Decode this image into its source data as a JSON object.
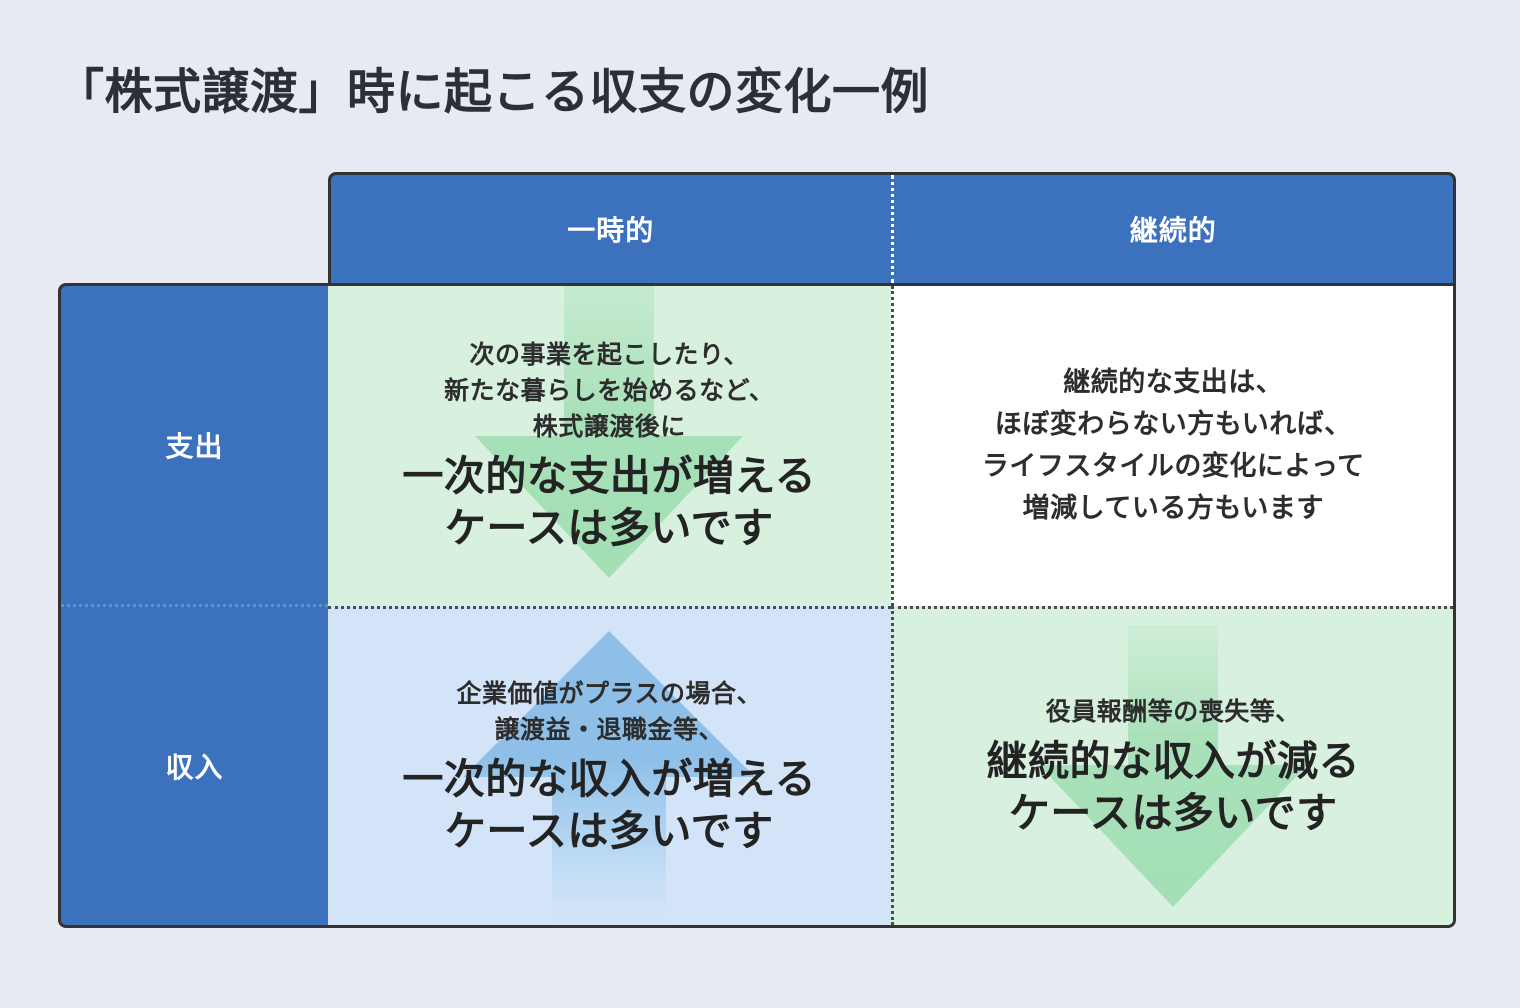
{
  "page": {
    "title": "「株式譲渡」時に起こる収支の変化一例",
    "background_color": "#e7eaf2"
  },
  "colors": {
    "header_blue": "#3b71bd",
    "cell_green": "#d8f0de",
    "cell_blue": "#d3e4f9",
    "cell_white": "#ffffff",
    "arrow_green": "#a7dfb8",
    "arrow_blue": "#8fc0e8",
    "border_dark": "#333333",
    "text_dark": "#2d2d2d"
  },
  "matrix": {
    "column_headers": [
      {
        "label": "一時的"
      },
      {
        "label": "継続的"
      }
    ],
    "row_headers": [
      {
        "label": "支出"
      },
      {
        "label": "収入"
      }
    ],
    "cells": {
      "expense_temporary": {
        "background": "green",
        "arrow": "down-arrow-green",
        "small_lines": [
          "次の事業を起こしたり、",
          "新たな暮らしを始めるなど、",
          "株式譲渡後に"
        ],
        "big_lines": [
          "一次的な支出が増える",
          "ケースは多いです"
        ]
      },
      "expense_continuous": {
        "background": "white",
        "arrow": "none",
        "medium_lines": [
          "継続的な支出は、",
          "ほぼ変わらない方もいれば、",
          "ライフスタイルの変化によって",
          "増減している方もいます"
        ]
      },
      "income_temporary": {
        "background": "blue",
        "arrow": "up-arrow-blue",
        "small_lines": [
          "企業価値がプラスの場合、",
          "譲渡益・退職金等、"
        ],
        "big_lines": [
          "一次的な収入が増える",
          "ケースは多いです"
        ]
      },
      "income_continuous": {
        "background": "green",
        "arrow": "down-arrow-green",
        "small_lines": [
          "役員報酬等の喪失等、"
        ],
        "big_lines": [
          "継続的な収入が減る",
          "ケースは多いです"
        ]
      }
    }
  }
}
